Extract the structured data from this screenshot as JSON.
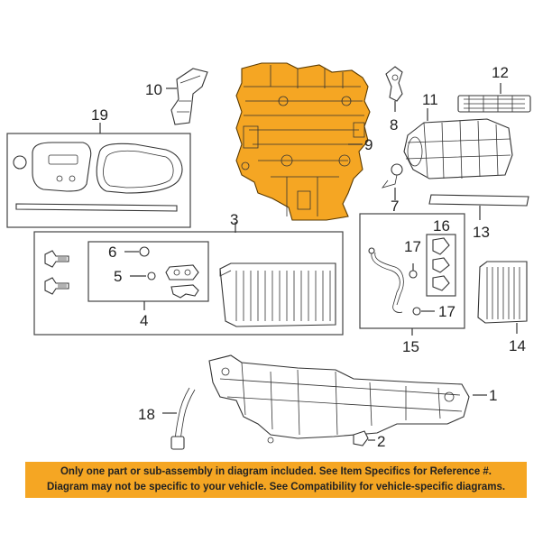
{
  "callouts": {
    "c1": "1",
    "c2": "2",
    "c3": "3",
    "c4": "4",
    "c5": "5",
    "c6": "6",
    "c7": "7",
    "c8": "8",
    "c9": "9",
    "c10": "10",
    "c11": "11",
    "c12": "12",
    "c13": "13",
    "c14": "14",
    "c15": "15",
    "c16": "16",
    "c17a": "17",
    "c17b": "17",
    "c18": "18",
    "c19": "19"
  },
  "notice": {
    "line1": "Only one part or sub-assembly in diagram included. See Item Specifics for Reference #.",
    "line2": "Diagram may not be specific to your vehicle. See Compatibility for vehicle-specific diagrams."
  },
  "colors": {
    "highlight": "#f5a623",
    "line": "#333333",
    "background": "#ffffff"
  }
}
